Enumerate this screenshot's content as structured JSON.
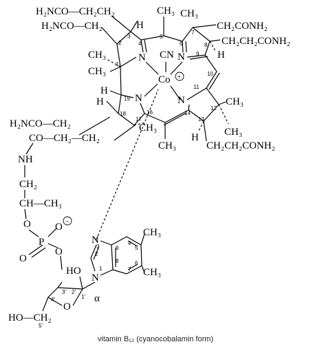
{
  "caption": "vitamin B₁₂ (cyanocobalamin form)",
  "atoms": {
    "co": "Co",
    "cn": "CN",
    "n": "N",
    "h": "H",
    "o": "O",
    "p": "P",
    "nh": "NH",
    "ho": "HO",
    "alpha": "α",
    "plus": "+",
    "minus": "−"
  },
  "groups": {
    "h2ncoch2ch2": "H₂NCO—CH₂CH₂",
    "h2ncoch2": "H₂NCO—CH₂",
    "ch2conh2": "CH₂CONH₂",
    "ch2ch2conh2": "CH₂CH₂CONH₂",
    "ch3": "CH₃",
    "ch3_methyl": "CH₃",
    "h2nco_ch2_lower": "H₂NCO—CH₂",
    "co_ch2ch2": "CO—CH₂—CH₂",
    "ch2": "CH₂",
    "ch_ch3": "CH—CH₃",
    "ho_ch2": "HO—CH₂"
  },
  "ring_numbers": [
    "1",
    "2",
    "3",
    "4",
    "5",
    "6",
    "7",
    "8",
    "9",
    "10",
    "11",
    "12",
    "13",
    "14",
    "16",
    "17",
    "18",
    "19"
  ],
  "benz_numbers": [
    "1",
    "2",
    "3",
    "4",
    "5",
    "6",
    "7",
    "8",
    "9"
  ],
  "sugar_numbers": [
    "1′",
    "2′",
    "3′",
    "4′",
    "5′"
  ]
}
